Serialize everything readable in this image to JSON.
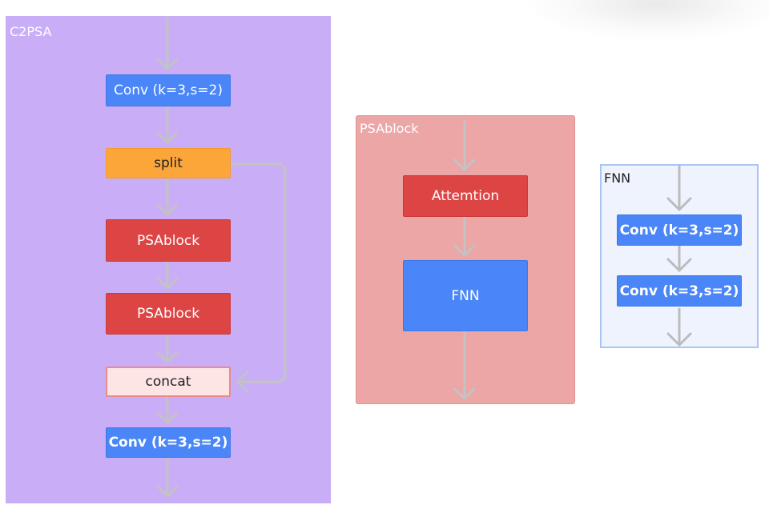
{
  "c2psa": {
    "title": "C2PSA",
    "blocks": {
      "conv_top": "Conv (k=3,s=2)",
      "split": "split",
      "psablock_1": "PSAblock",
      "psablock_2": "PSAblock",
      "concat": "concat",
      "conv_bottom": "Conv (k=3,s=2)"
    }
  },
  "psablock": {
    "title": "PSAblock",
    "blocks": {
      "attention": "Attemtion",
      "fnn": "FNN"
    }
  },
  "fnn": {
    "title": "FNN",
    "blocks": {
      "conv_1": "Conv (k=3,s=2)",
      "conv_2": "Conv (k=3,s=2)"
    }
  },
  "colors": {
    "c2psa_bg": "#c9aef7",
    "psablock_bg": "#eda6a6",
    "fnn_bg": "#eef3fe",
    "conv_blue": "#4a86f7",
    "split_orange": "#fca63a",
    "psablock_red": "#dd4545",
    "concat_pink": "#fde5e5",
    "arrow_gray": "#c3c3c3"
  }
}
